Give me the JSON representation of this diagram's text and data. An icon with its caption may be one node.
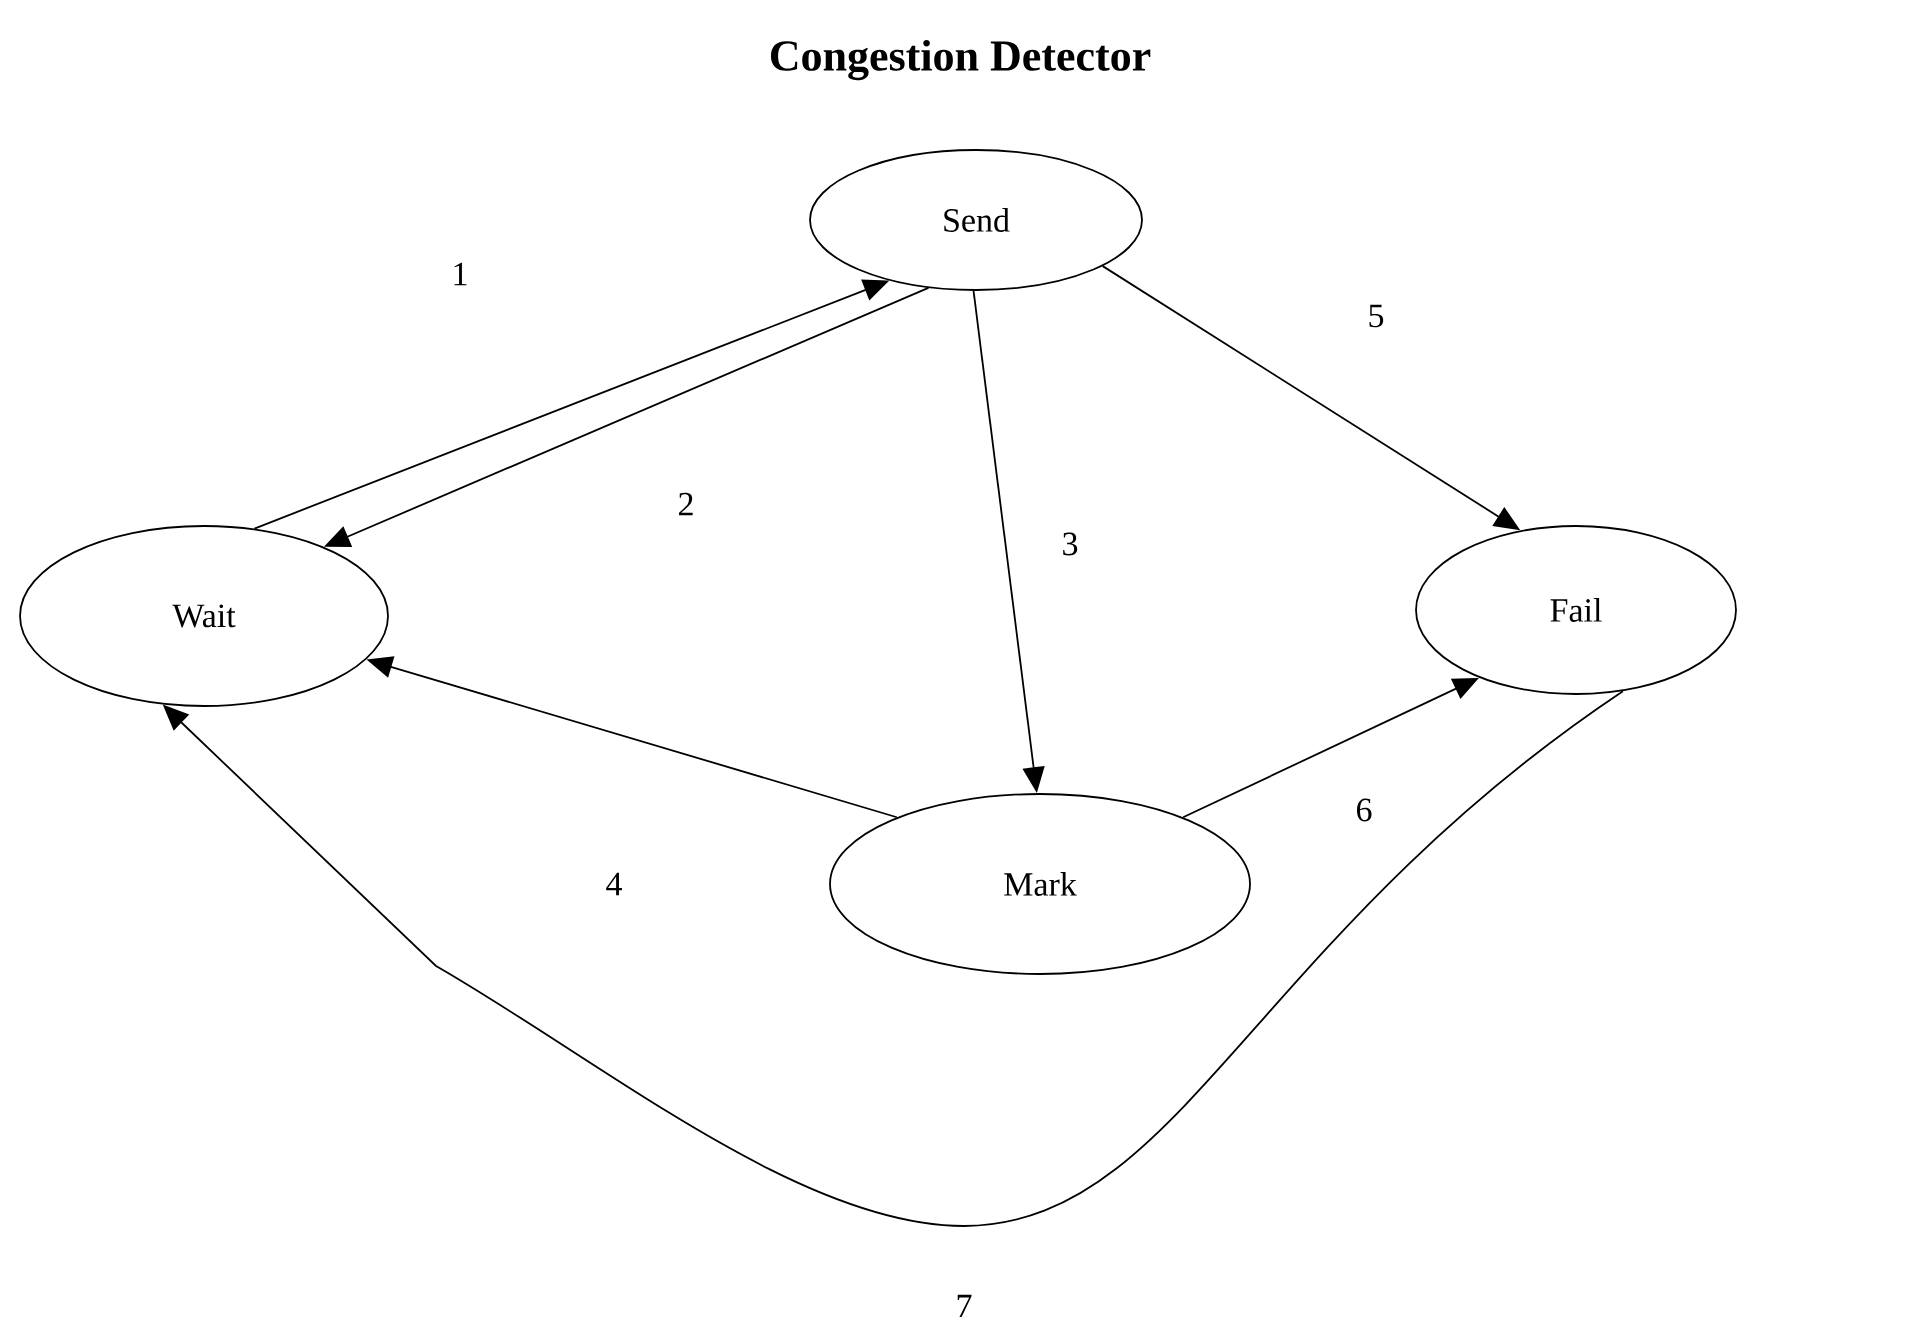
{
  "diagram": {
    "title": "Congestion Detector",
    "nodes": [
      {
        "text": [
          "Send"
        ]
      },
      {
        "text": [
          "Wait"
        ]
      },
      {
        "text": [
          "Fail"
        ]
      },
      {
        "text": [
          "Mark"
        ]
      }
    ],
    "edges": [
      {
        "from": 1,
        "to": 0,
        "arrow": "to",
        "label": "1"
      },
      {
        "from": 0,
        "to": 1,
        "arrow": "to",
        "label": "2"
      },
      {
        "from": 0,
        "to": 3,
        "arrow": "to",
        "label": "3"
      },
      {
        "from": 3,
        "to": 1,
        "arrow": "to",
        "label": "4"
      },
      {
        "from": 0,
        "to": 2,
        "arrow": "to",
        "label": "5"
      },
      {
        "from": 3,
        "to": 2,
        "arrow": "to",
        "label": "6"
      },
      {
        "from": 2,
        "to": 1,
        "arrow": "to",
        "label": "7"
      }
    ]
  }
}
